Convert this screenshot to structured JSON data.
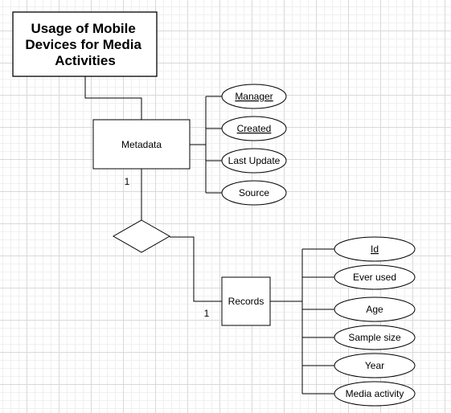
{
  "diagram": {
    "title_lines": [
      "Usage of Mobile",
      "Devices for Media",
      "Activities"
    ],
    "metadata_entity": {
      "label": "Metadata",
      "cardinality": "1",
      "attributes": [
        {
          "label": "Manager",
          "key": true
        },
        {
          "label": "Created",
          "key": true
        },
        {
          "label": "Last Update",
          "key": false
        },
        {
          "label": "Source",
          "key": false
        }
      ]
    },
    "records_entity": {
      "label": "Records",
      "cardinality": "1",
      "attributes": [
        {
          "label": "Id",
          "key": true
        },
        {
          "label": "Ever used",
          "key": false
        },
        {
          "label": "Age",
          "key": false
        },
        {
          "label": "Sample size",
          "key": false
        },
        {
          "label": "Year",
          "key": false
        },
        {
          "label": "Media activity",
          "key": false
        }
      ]
    }
  }
}
